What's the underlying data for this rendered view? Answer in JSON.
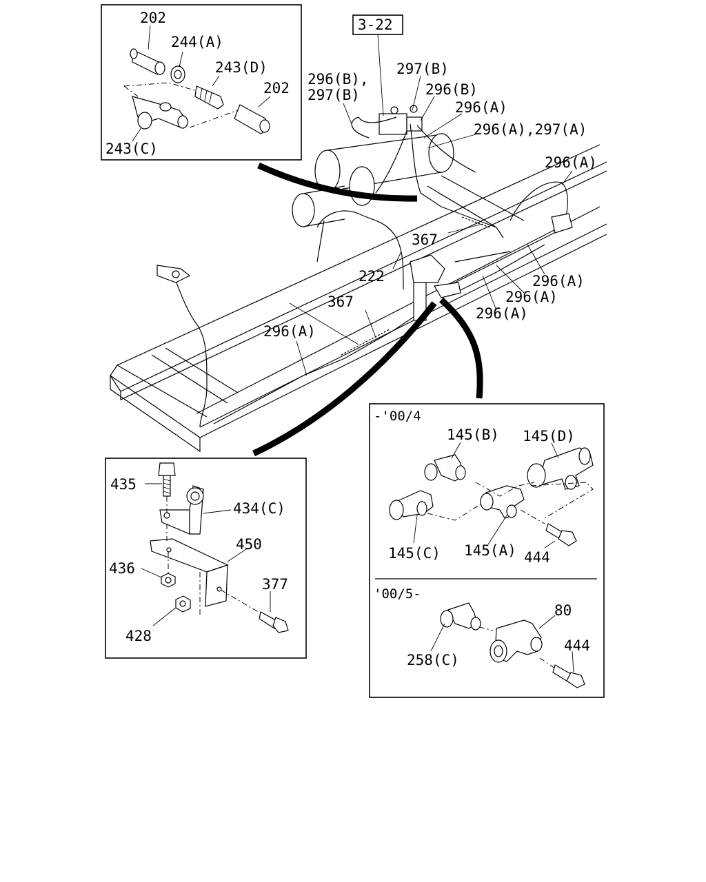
{
  "diagram": {
    "reference_box": "3-22",
    "main_labels": {
      "l_296b_297b": "296(B),",
      "l_297b_2": "297(B)",
      "l_297b": "297(B)",
      "l_296b": "296(B)",
      "l_296a_1": "296(A)",
      "l_296a_297a": "296(A),297(A)",
      "l_296a_2": "296(A)",
      "l_367_upper": "367",
      "l_222": "222",
      "l_296a_3": "296(A)",
      "l_296a_4": "296(A)",
      "l_296a_5": "296(A)",
      "l_367_lower": "367",
      "l_296a_6": "296(A)"
    },
    "inset_top_left": {
      "labels": {
        "p202_top": "202",
        "p244a": "244(A)",
        "p243d": "243(D)",
        "p202_right": "202",
        "p243c": "243(C)"
      }
    },
    "inset_bottom_left": {
      "labels": {
        "p435": "435",
        "p434c": "434(C)",
        "p450": "450",
        "p436": "436",
        "p377": "377",
        "p428": "428"
      }
    },
    "inset_right": {
      "period_1": "-'00/4",
      "period_2": "'00/5-",
      "labels": {
        "p145b": "145(B)",
        "p145d": "145(D)",
        "p145c": "145(C)",
        "p145a": "145(A)",
        "p444_top": "444",
        "p80": "80",
        "p444_bottom": "444",
        "p258c": "258(C)"
      }
    }
  }
}
